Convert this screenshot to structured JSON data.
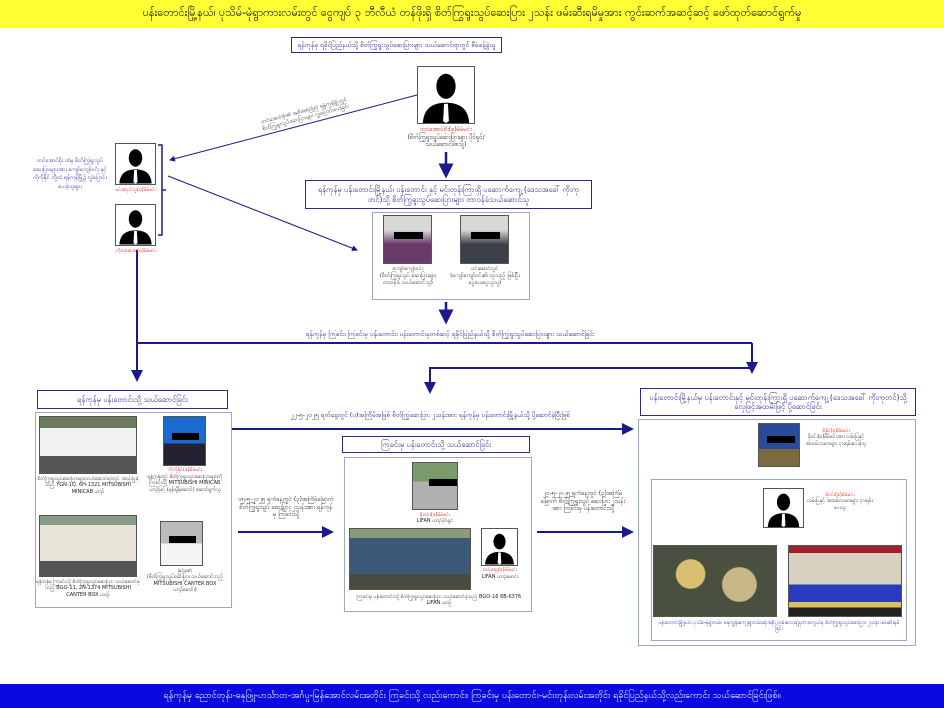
{
  "header": {
    "title": "ပန်းတောင်းမြို့နယ်၊ ပုသိမ်-မုံရွာကားလမ်းတွင် ငွေကျပ် ၃ ဘီလီယံ တန်ဖိုးရှိ စိတ်ကြွရူးသွပ်ဆေးပြား ၂သန်း ဖမ်းဆီးရမိမှုအား ကွင်းဆက်အဆင့်ဆင့် ဖော်ထုတ်ဆောင်ရွက်မှု"
  },
  "footer": {
    "text": "ရန်ကုန်မှ ညောင်တုန်း-ဓနုဖြူ-ဟင်္သာတ-အင်္ဂပူ-မြန်အောင်လမ်းအတိုင်း ကြခင်းသို့ လည်းကောင်း၊ ကြခင်းမှ ပန်းတောင်း-မင်းတုန်းလမ်းအတိုင်း ရခိုင်ပြည်နယ်သို့လည်းကောင်း သယ်ဆောင်ခြင်းဖြစ်။"
  },
  "top_title": "ရန်ကုန်မှ ရခိုင်ပြည်နယ်သို့ စိတ်ကြွရူးသွပ်ဆေးပြားများ သယ်ဆောင်ရာတွင် စီမံခန့်ခွဲသူ",
  "top_person": {
    "name": "တင်အောင်စိုး(ခ)မိမ်မင်း",
    "role": "(စိတ်ကြွရူးသွပ်ဆေးပြားများ ပိုင်ရှင်/သယ်ဆောင်စေသူ)"
  },
  "diagonal_label": {
    "line1": "တင်အောင်စိုး၏ အစီအစဉ်ဖြင့် ရန်ကုန်မြို့တွင်",
    "line2": "စိတ်ကြွရူးသွပ်ဆေးပြားများ လွှဲပြောင်းပေးခြင်း"
  },
  "left_people": {
    "description": "တင်အောင်စိုး ထံမှ စိတ်ကြွရူးသွပ် ဆေးပြားများအား ကျော်ကျော်ဝင်း နှင့် ကိုကိုနိုင် တို့ထံ ရန်ကုန်မြို့၌ လွှဲပြောင်း ပေးခဲ့သူများ",
    "person1": "မင်းဆည်သူ(ခ)မိမ်မင်း",
    "person2": "ကိုအေးအေး(ခ)မိမ်မင်း"
  },
  "distributor_title": "ရန်ကုန်မှ ပန်းတောင်းမြို့နယ်၊ ပန်းတောင်း နှင့် မင်းတုန်းကြားရှိ ပဆောက်ကျေ့ (ဒေသအခေါ် ကိုးကုတင်)သို့ စိတ်ကြွရူးသွပ်ဆေးပြားများ တာဝန်ခံသယ်ဆောင်သူ",
  "distributors": [
    {
      "name": "ကျော်ကျော်ဝင်း",
      "role": "(စိတ်ကြွရူးသွပ် ဆေးပြားများ တာဝန်ခံ သယ်ဆောင်သူ)"
    },
    {
      "name": "ဝင်းမောင်လွင်",
      "role": "(ကျော်ကျော်ဝင်း၏ တူသည့် ဖြစ်ပြီး ငွေပေးငွေယူသူ)"
    }
  ],
  "route_text": "ရန်ကုန်မှ ကြခင်း၊ ကြခင်းမှ ပန်းတောင်း၊ ပန်းတောင်းမှတစ်ဆင့် ရခိုင်ပြည်နယ်သို့ စိတ်ကြွရူးသွပ်ဆေးပြားများ သယ်ဆောင်ခြင်း",
  "yangon_section": {
    "title": "ရန်ကုန်မှ ပန်းတောင်းသို့ သယ်ဆောင်ခြင်း",
    "truck1_caption": "စိတ်ကြွရူးသွပ်ဆေးပြားများသယ်ဆောင်ရာတွင် အသုံးပြုခဲ့သည့် YGN-1Q, 6H-1321 MITSUBISHI MINICAB ယာဉ်",
    "person1_name": "ကိုကိုနိုင်(ခ)မိမ်မင်း",
    "person1_role": "ရန်ကုန်တွင် စိတ်ကြွရူးသွပ်ဆေးပြားများကို ကြခင်းသို့ MITSUBISHI MINICAB ယာဉ်ဖြင့် (မှန်ချိန်ဆောင်) ဆောင်ရွက်သူ",
    "truck2_caption": "ရန်ကုန်မှ ကြခင်းသို့ စိတ်ကြွရူးသွပ်ဆေးပြား သယ်ဆောင်ခဲ့သည့် BGO-11, 2N-1374 MITSUBISHI CANTER BOX ယာဉ်",
    "person2_name": "မြင့်ဇော်",
    "person2_role": "(စိတ်ကြွရူးသွပ်ဆေးပြား သယ်ဆောင်သည့် MITSUBISHI CANTER BOX ယာဉ်မောင်း)"
  },
  "arrow_top_text": "၂၂-၅-၂၀၂၅ ရက်နေ့တွင် (ပ)အကြိမ်အဖြစ် စိတ်ကြွဆေးပြား ၂သန်းအား ရန်ကုန်မှ ပန်းတောင်းမြို့နယ်သို့ ပို့ဆောင်ခဲ့ပြီးဖြစ်",
  "arrow_left_text": "၁၅-၅-၂၀၂၅ ရက်နေ့တွင် (၃)အကြိမ်မြောက် စိတ်ကြွရူးသွပ် ဆေးပြား ၂သန်းအား ရန်ကုန်မှ ကြခင်းသို့",
  "arrow_right_text": "၂၀-၅-၂၀၂၅ ရက်နေ့တွင် (၃)အကြိမ်မြောက် စိတ်ကြွရူးသွပ် ဆေးပြား ၂သန်းအား ကြခင်းမှ ပန်းတောင်းသို့",
  "kyangin_section": {
    "title": "ကြခင်းမှ ပန်းတောင်းသို့ သယ်ဆောင်ခြင်း",
    "owner_name": "စိုးဝင်း(ခ)မိမ်မင်း",
    "owner_role": "LIFAN ယာဉ်ပိုင်ရှင်",
    "driver_name": "တင့်ဆွေ(ခ)မိမ်မင်း",
    "driver_role": "LIFAN ယာဉ်မောင်း",
    "truck_caption": "ကြခင်းမှ ပန်းတောင်းသို့ စိတ်ကြွရူးသွပ်ဆေးပြား သယ်ဆောင်ခဲ့သည့် BGO-16 6B-6376 LIFAN ယာဉ်"
  },
  "paungde_section": {
    "title": "ပန်းတောင်းမြို့နယ်မှ ပန်းတောင်းနှင့် မင်းတုန်းကြားရှိ ပဆောက်ကျေ့ (ဒေသအခေါ် ကိုးကုတင်)သို့ လှေဖြင့်အထမ်းဖြင့် ပို့ဆောင်ခြင်း",
    "person1_name": "ခိုနိုင်(ခ)မိမ်မင်း",
    "person1_role": "ခိုဝင်း(ခ)မိမ်မင်းအား လမ်းပြနှင့် အထမ်းသမားများ ငှားရမ်းပေးခဲ့သူ",
    "person2_name": "ခိုဝင်း(ခ)မိမ်မင်း",
    "person2_role": "လမ်းပြနှင့် အထမ်းသမားများ ငှားရမ်းပေးသူ",
    "seizure_caption": "ပန်းတောင်းမြို့နယ်၊ ပုသိမ်-မုံရွာလမ်း ဓနုကျွန်းကျေးရွာလမ်းဆုံအနီး လမ်းဘေးချုံပုတ်အကွယ်မှ စိတ်ကြွရူးသွပ်ဆေးပြား ၂သန်း ဖမ်းဆီးရမိခြင်း"
  },
  "colors": {
    "banner_top": "#ffff33",
    "banner_bottom": "#0a0ae0",
    "arrow": "#1a1a8c",
    "name_red": "#e01010"
  }
}
